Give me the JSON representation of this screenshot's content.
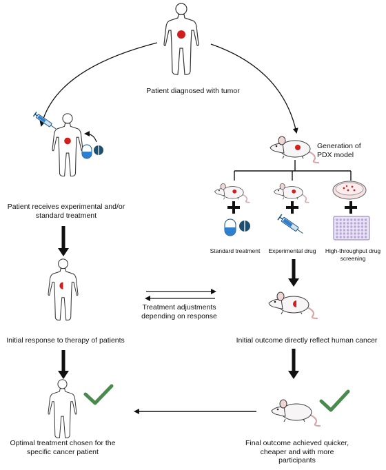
{
  "labels": {
    "patient_diagnosed": "Patient diagnosed with tumor",
    "generation_pdx": "Generation of PDX model",
    "patient_receives": "Patient receives experimental and/or standard treatment",
    "standard_treatment": "Standard treatment",
    "experimental_drug": "Experimental drug",
    "high_throughput": "High-throughput drug screening",
    "treatment_adjustments": "Treatment adjustments depending on response",
    "initial_response": "Initial response to therapy of patients",
    "initial_outcome": "Initial outcome directly reflect human cancer",
    "optimal_treatment": "Optimal treatment chosen for the specific cancer patient",
    "final_outcome": "Final outcome achieved quicker, cheaper and with more participants"
  },
  "colors": {
    "tumor": "#d11f1f",
    "check": "#4a8a4e",
    "syringe": "#2f7fd0",
    "capsule_blue": "#2f7fd0",
    "pill_dark": "#1f4f6e",
    "arrow": "#111111",
    "plate": "#b7a8d8"
  },
  "icons": {
    "human": "human-figure-icon",
    "mouse": "mouse-icon",
    "syringe": "syringe-icon",
    "pills": "pills-icon",
    "petri": "petri-dish-icon",
    "plate": "well-plate-icon",
    "check": "checkmark-icon"
  }
}
